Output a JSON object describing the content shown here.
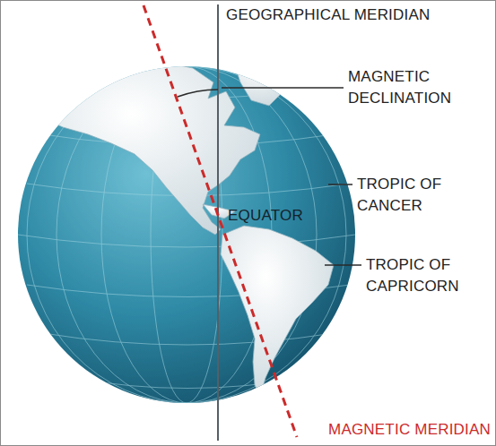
{
  "diagram": {
    "labels": [
      "GEOGRAPHICAL MERIDIAN",
      "MAGNETIC DECLINATION",
      "TROPIC OF CANCER",
      "EQUATOR",
      "TROPIC OF CAPRICORN",
      "MAGNETIC MERIDIAN"
    ]
  }
}
